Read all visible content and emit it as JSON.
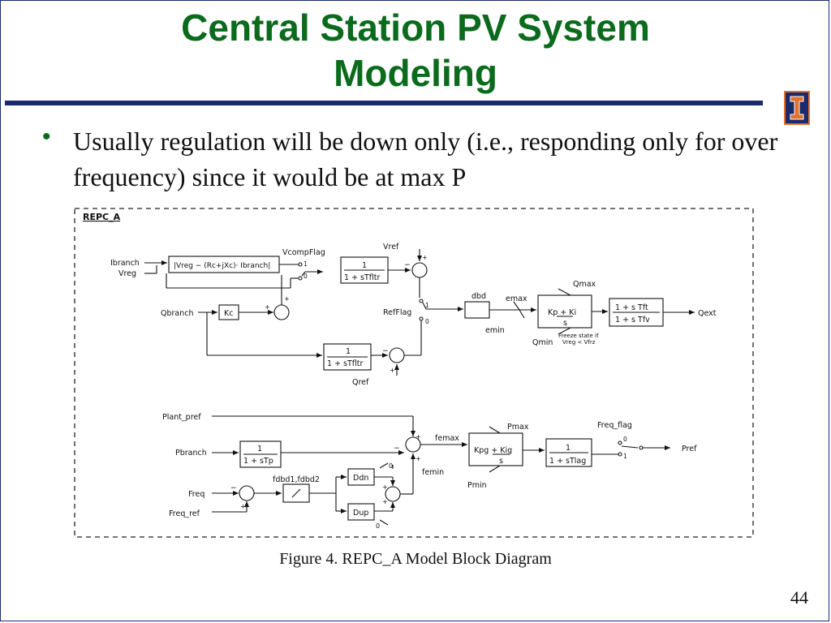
{
  "slide": {
    "title_line1": "Central Station PV System",
    "title_line2": "Modeling",
    "bullet": "Usually regulation will be down only (i.e., responding only for over frequency) since it would be at max P",
    "caption": "Figure 4.  REPC_A Model Block Diagram",
    "page_number": "44"
  },
  "colors": {
    "title": "#0b6b1d",
    "rule": "#1a2a6c",
    "logo_border": "#e3702b"
  },
  "diagram": {
    "label": "REPC_A",
    "signals": {
      "ibranch": "Ibranch",
      "vreg": "Vreg",
      "qbranch": "Qbranch",
      "vcompflag": "VcompFlag",
      "vref": "Vref",
      "refflag": "RefFlag",
      "qref": "Qref",
      "dbd": "dbd",
      "emax": "emax",
      "emin": "emin",
      "qmax": "Qmax",
      "qmin": "Qmin",
      "qext": "Qext",
      "plant_pref": "Plant_pref",
      "pbranch": "Pbranch",
      "freq": "Freq",
      "freq_ref": "Freq_ref",
      "fdbd": "fdbd1,fdbd2",
      "femax": "femax",
      "femin": "femin",
      "pmax": "Pmax",
      "pmin": "Pmin",
      "freq_flag": "Freq_flag",
      "pref": "Pref"
    },
    "blocks": {
      "vcomp": "|Vreg − (Rc+jXc)· Ibranch|",
      "kc": "Kc",
      "filter_num": "1",
      "filter_den": "1 + sTfltr",
      "pi_q": "Kp + Ki",
      "pi_q_den": "s",
      "lead_num": "1 + s Tft",
      "lead_den": "1 + s Tfv",
      "freeze": "Freeze state if",
      "freeze2": "Vreg < Vfrz",
      "tp_num": "1",
      "tp_den": "1 + sTp",
      "ddn": "Ddn",
      "dup": "Dup",
      "pi_p": "Kpg + Kig",
      "pi_p_den": "s",
      "lag_num": "1",
      "lag_den": "1 + sTlag"
    },
    "switch_labels": {
      "one": "1",
      "zero": "0"
    },
    "signs": {
      "plus": "+",
      "minus": "−"
    }
  }
}
